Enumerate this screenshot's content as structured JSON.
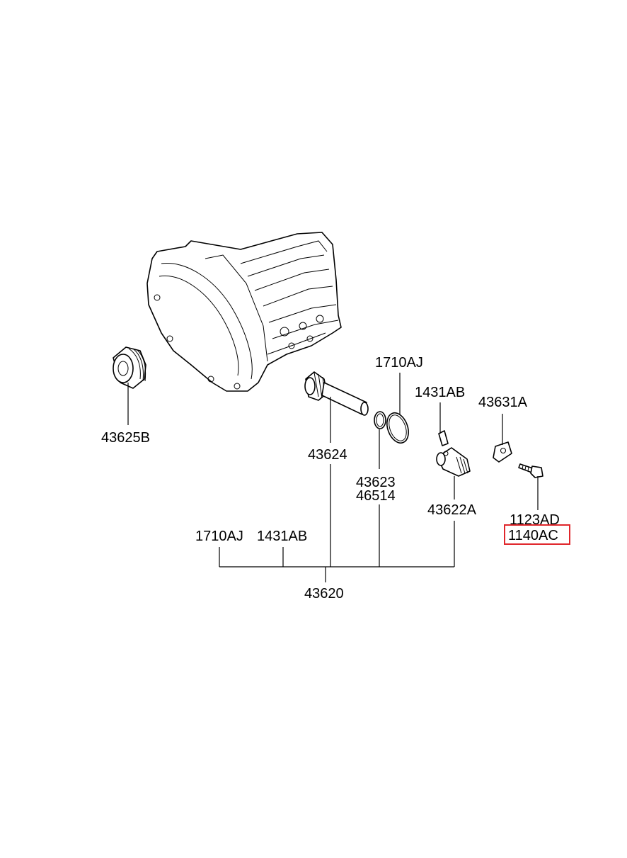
{
  "labels": {
    "p43625B": "43625B",
    "p1710AJ_top": "1710AJ",
    "p1431AB_top": "1431AB",
    "p43631A": "43631A",
    "p43624": "43624",
    "p43623": "43623",
    "p46514": "46514",
    "p43622A": "43622A",
    "p1123AD": "1123AD",
    "p1140AC": "1140AC",
    "p1710AJ_bottom": "1710AJ",
    "p1431AB_bottom": "1431AB",
    "p43620": "43620"
  },
  "highlight": {
    "part": "1140AC",
    "color": "#e0262b"
  }
}
